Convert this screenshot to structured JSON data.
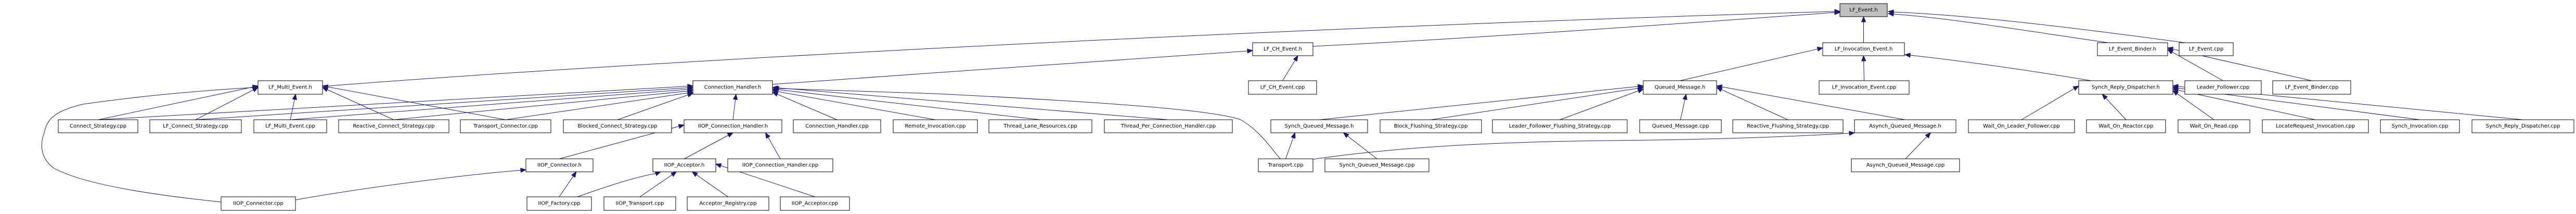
{
  "diagram": {
    "type": "include-dependency-graph",
    "root": "lf_event_h",
    "colors": {
      "edge": "#191970",
      "root_fill": "#bfbfbf",
      "node_fill": "#ffffff",
      "node_border": "#000000"
    },
    "nodes": [
      {
        "id": "lf_event_h",
        "label": "LF_Event.h",
        "is_root": true
      },
      {
        "id": "lf_ch_event_h",
        "label": "LF_CH_Event.h"
      },
      {
        "id": "lf_invocation_event_h",
        "label": "LF_Invocation_Event.h"
      },
      {
        "id": "lf_event_binder_h",
        "label": "LF_Event_Binder.h"
      },
      {
        "id": "lf_event_cpp",
        "label": "LF_Event.cpp"
      },
      {
        "id": "lf_multi_event_h",
        "label": "LF_Multi_Event.h"
      },
      {
        "id": "connection_handler_h",
        "label": "Connection_Handler.h"
      },
      {
        "id": "lf_ch_event_cpp",
        "label": "LF_CH_Event.cpp"
      },
      {
        "id": "queued_message_h",
        "label": "Queued_Message.h"
      },
      {
        "id": "lf_invocation_event_cpp",
        "label": "LF_Invocation_Event.cpp"
      },
      {
        "id": "synch_reply_dispatcher_h",
        "label": "Synch_Reply_Dispatcher.h"
      },
      {
        "id": "leader_follower_cpp",
        "label": "Leader_Follower.cpp"
      },
      {
        "id": "lf_event_binder_cpp",
        "label": "LF_Event_Binder.cpp"
      },
      {
        "id": "connect_strategy_cpp",
        "label": "Connect_Strategy.cpp"
      },
      {
        "id": "lf_connect_strategy_cpp",
        "label": "LF_Connect_Strategy.cpp"
      },
      {
        "id": "lf_multi_event_cpp",
        "label": "LF_Multi_Event.cpp"
      },
      {
        "id": "reactive_connect_strategy_cpp",
        "label": "Reactive_Connect_Strategy.cpp"
      },
      {
        "id": "transport_connector_cpp",
        "label": "Transport_Connector.cpp"
      },
      {
        "id": "blocked_connect_strategy_cpp",
        "label": "Blocked_Connect_Strategy.cpp"
      },
      {
        "id": "iiop_connection_handler_h",
        "label": "IIOP_Connection_Handler.h"
      },
      {
        "id": "connection_handler_cpp",
        "label": "Connection_Handler.cpp"
      },
      {
        "id": "remote_invocation_cpp",
        "label": "Remote_Invocation.cpp"
      },
      {
        "id": "thread_lane_resources_cpp",
        "label": "Thread_Lane_Resources.cpp"
      },
      {
        "id": "thread_per_connection_handler_cpp",
        "label": "Thread_Per_Connection_Handler.cpp"
      },
      {
        "id": "synch_queued_message_h",
        "label": "Synch_Queued_Message.h"
      },
      {
        "id": "block_flushing_strategy_cpp",
        "label": "Block_Flushing_Strategy.cpp"
      },
      {
        "id": "leader_follower_flushing_strategy_cpp",
        "label": "Leader_Follower_Flushing_Strategy.cpp"
      },
      {
        "id": "queued_message_cpp",
        "label": "Queued_Message.cpp"
      },
      {
        "id": "reactive_flushing_strategy_cpp",
        "label": "Reactive_Flushing_Strategy.cpp"
      },
      {
        "id": "asynch_queued_message_h",
        "label": "Asynch_Queued_Message.h"
      },
      {
        "id": "wait_on_leader_follower_cpp",
        "label": "Wait_On_Leader_Follower.cpp"
      },
      {
        "id": "wait_on_reactor_cpp",
        "label": "Wait_On_Reactor.cpp"
      },
      {
        "id": "wait_on_read_cpp",
        "label": "Wait_On_Read.cpp"
      },
      {
        "id": "locaterequest_invocation_cpp",
        "label": "LocateRequest_Invocation.cpp"
      },
      {
        "id": "synch_invocation_cpp",
        "label": "Synch_Invocation.cpp"
      },
      {
        "id": "synch_reply_dispatcher_cpp",
        "label": "Synch_Reply_Dispatcher.cpp"
      },
      {
        "id": "iiop_connector_h",
        "label": "IIOP_Connector.h"
      },
      {
        "id": "iiop_acceptor_h",
        "label": "IIOP_Acceptor.h"
      },
      {
        "id": "iiop_connection_handler_cpp",
        "label": "IIOP_Connection_Handler.cpp"
      },
      {
        "id": "transport_cpp",
        "label": "Transport.cpp"
      },
      {
        "id": "synch_queued_message_cpp",
        "label": "Synch_Queued_Message.cpp"
      },
      {
        "id": "asynch_queued_message_cpp",
        "label": "Asynch_Queued_Message.cpp"
      },
      {
        "id": "iiop_connector_cpp",
        "label": "IIOP_Connector.cpp"
      },
      {
        "id": "iiop_factory_cpp",
        "label": "IIOP_Factory.cpp"
      },
      {
        "id": "iiop_transport_cpp",
        "label": "IIOP_Transport.cpp"
      },
      {
        "id": "acceptor_registry_cpp",
        "label": "Acceptor_Registry.cpp"
      },
      {
        "id": "iiop_acceptor_cpp",
        "label": "IIOP_Acceptor.cpp"
      }
    ],
    "edges": [
      {
        "from": "lf_multi_event_h",
        "to": "lf_event_h"
      },
      {
        "from": "lf_ch_event_h",
        "to": "lf_event_h"
      },
      {
        "from": "lf_invocation_event_h",
        "to": "lf_event_h"
      },
      {
        "from": "lf_event_binder_h",
        "to": "lf_event_h"
      },
      {
        "from": "lf_event_cpp",
        "to": "lf_event_h"
      },
      {
        "from": "connection_handler_h",
        "to": "lf_ch_event_h"
      },
      {
        "from": "lf_ch_event_cpp",
        "to": "lf_ch_event_h"
      },
      {
        "from": "queued_message_h",
        "to": "lf_invocation_event_h"
      },
      {
        "from": "lf_invocation_event_cpp",
        "to": "lf_invocation_event_h"
      },
      {
        "from": "synch_reply_dispatcher_h",
        "to": "lf_invocation_event_h"
      },
      {
        "from": "leader_follower_cpp",
        "to": "lf_event_binder_h"
      },
      {
        "from": "lf_event_binder_cpp",
        "to": "lf_event_binder_h"
      },
      {
        "from": "connect_strategy_cpp",
        "to": "lf_multi_event_h"
      },
      {
        "from": "lf_connect_strategy_cpp",
        "to": "lf_multi_event_h"
      },
      {
        "from": "lf_multi_event_cpp",
        "to": "lf_multi_event_h"
      },
      {
        "from": "reactive_connect_strategy_cpp",
        "to": "lf_multi_event_h"
      },
      {
        "from": "transport_connector_cpp",
        "to": "lf_multi_event_h"
      },
      {
        "from": "iiop_connector_cpp",
        "to": "lf_multi_event_h"
      },
      {
        "from": "connect_strategy_cpp",
        "to": "connection_handler_h"
      },
      {
        "from": "lf_connect_strategy_cpp",
        "to": "connection_handler_h"
      },
      {
        "from": "lf_multi_event_cpp",
        "to": "connection_handler_h"
      },
      {
        "from": "reactive_connect_strategy_cpp",
        "to": "connection_handler_h"
      },
      {
        "from": "transport_connector_cpp",
        "to": "connection_handler_h"
      },
      {
        "from": "blocked_connect_strategy_cpp",
        "to": "connection_handler_h"
      },
      {
        "from": "iiop_connection_handler_h",
        "to": "connection_handler_h"
      },
      {
        "from": "connection_handler_cpp",
        "to": "connection_handler_h"
      },
      {
        "from": "remote_invocation_cpp",
        "to": "connection_handler_h"
      },
      {
        "from": "thread_lane_resources_cpp",
        "to": "connection_handler_h"
      },
      {
        "from": "thread_per_connection_handler_cpp",
        "to": "connection_handler_h"
      },
      {
        "from": "transport_cpp",
        "to": "connection_handler_h"
      },
      {
        "from": "iiop_connector_h",
        "to": "iiop_connection_handler_h"
      },
      {
        "from": "iiop_acceptor_h",
        "to": "iiop_connection_handler_h"
      },
      {
        "from": "iiop_connection_handler_cpp",
        "to": "iiop_connection_handler_h"
      },
      {
        "from": "iiop_connector_cpp",
        "to": "iiop_connector_h"
      },
      {
        "from": "iiop_factory_cpp",
        "to": "iiop_connector_h"
      },
      {
        "from": "iiop_factory_cpp",
        "to": "iiop_acceptor_h"
      },
      {
        "from": "iiop_transport_cpp",
        "to": "iiop_acceptor_h"
      },
      {
        "from": "acceptor_registry_cpp",
        "to": "iiop_acceptor_h"
      },
      {
        "from": "iiop_acceptor_cpp",
        "to": "iiop_acceptor_h"
      },
      {
        "from": "synch_queued_message_h",
        "to": "queued_message_h"
      },
      {
        "from": "block_flushing_strategy_cpp",
        "to": "queued_message_h"
      },
      {
        "from": "leader_follower_flushing_strategy_cpp",
        "to": "queued_message_h"
      },
      {
        "from": "queued_message_cpp",
        "to": "queued_message_h"
      },
      {
        "from": "reactive_flushing_strategy_cpp",
        "to": "queued_message_h"
      },
      {
        "from": "asynch_queued_message_h",
        "to": "queued_message_h"
      },
      {
        "from": "transport_cpp",
        "to": "synch_queued_message_h"
      },
      {
        "from": "synch_queued_message_cpp",
        "to": "synch_queued_message_h"
      },
      {
        "from": "transport_cpp",
        "to": "asynch_queued_message_h"
      },
      {
        "from": "asynch_queued_message_cpp",
        "to": "asynch_queued_message_h"
      },
      {
        "from": "wait_on_leader_follower_cpp",
        "to": "synch_reply_dispatcher_h"
      },
      {
        "from": "wait_on_reactor_cpp",
        "to": "synch_reply_dispatcher_h"
      },
      {
        "from": "wait_on_read_cpp",
        "to": "synch_reply_dispatcher_h"
      },
      {
        "from": "locaterequest_invocation_cpp",
        "to": "synch_reply_dispatcher_h"
      },
      {
        "from": "synch_invocation_cpp",
        "to": "synch_reply_dispatcher_h"
      },
      {
        "from": "synch_reply_dispatcher_cpp",
        "to": "synch_reply_dispatcher_h"
      }
    ]
  }
}
